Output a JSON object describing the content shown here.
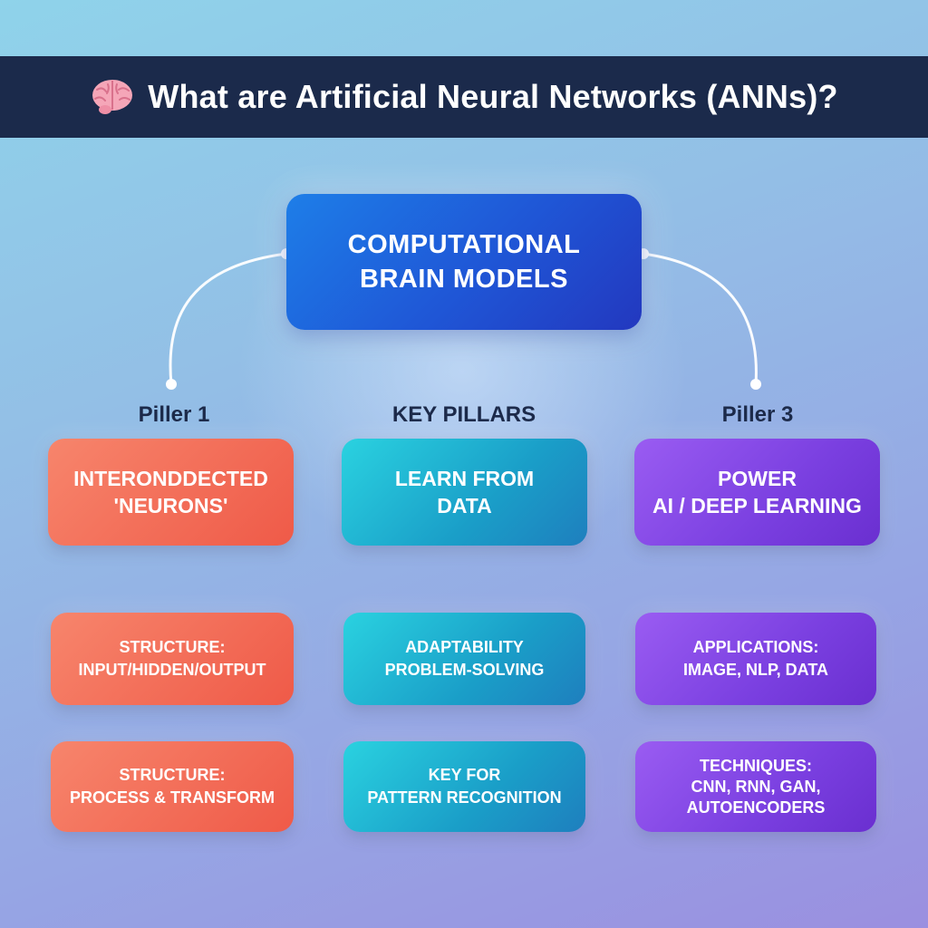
{
  "title": {
    "icon": "brain-icon",
    "text": "What are Artificial Neural Networks (ANNs)?"
  },
  "center": {
    "lines": [
      "COMPUTATIONAL",
      "BRAIN MODELS"
    ]
  },
  "pillar_labels": [
    "Piller 1",
    "KEY PILLARS",
    "Piller 3"
  ],
  "pillars": [
    {
      "lines": [
        "INTERONDDECTED",
        "'NEURONS'"
      ]
    },
    {
      "lines": [
        "LEARN FROM",
        "DATA"
      ]
    },
    {
      "lines": [
        "POWER",
        "AI / DEEP LEARNING"
      ]
    }
  ],
  "row1": [
    {
      "lines": [
        "STRUCTURE:",
        "INPUT/HIDDEN/OUTPUT"
      ]
    },
    {
      "lines": [
        "ADAPTABILITY",
        "PROBLEM-SOLVING"
      ]
    },
    {
      "lines": [
        "APPLICATIONS:",
        "IMAGE, NLP, DATA"
      ]
    }
  ],
  "row2": [
    {
      "lines": [
        "STRUCTURE:",
        "PROCESS & TRANSFORM"
      ]
    },
    {
      "lines": [
        "KEY FOR",
        "PATTERN RECOGNITION"
      ]
    },
    {
      "lines": [
        "TECHNIQUES:",
        "CNN, RNN, GAN,",
        "AUTOENCODERS"
      ]
    }
  ],
  "colors": {
    "title_bar": "#1b2a4b",
    "center": "#1f56d6",
    "coral": "#ef5a48",
    "teal": "#1a9ec8",
    "violet": "#7a3fe0",
    "connector": "#ffffff"
  }
}
